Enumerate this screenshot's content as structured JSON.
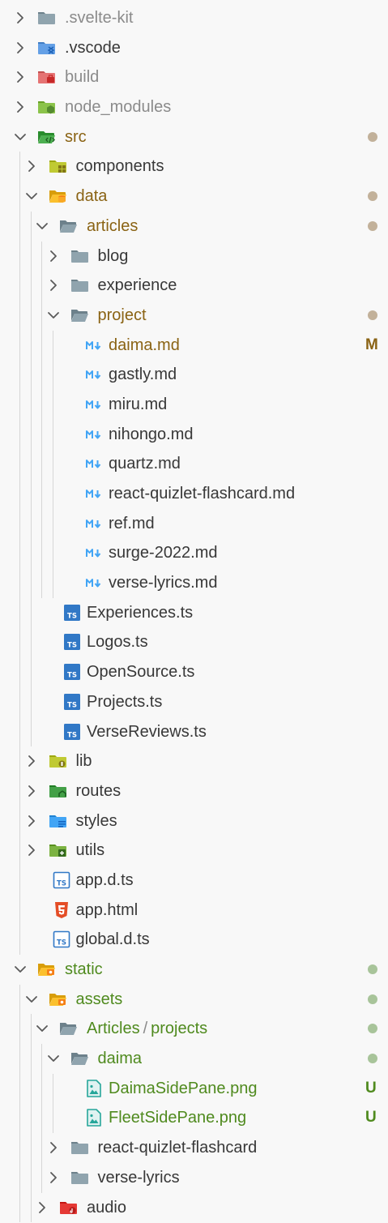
{
  "explorer": {
    "items": [
      {
        "label": ".svelte-kit",
        "type": "folder",
        "depth": 0,
        "expanded": false,
        "icon": "folder-gray-icon",
        "color": "#90a4ae",
        "status": "ignored"
      },
      {
        "label": ".vscode",
        "type": "folder",
        "depth": 0,
        "expanded": false,
        "icon": "folder-vscode-icon",
        "color": "#64a0e6",
        "status": "normal"
      },
      {
        "label": "build",
        "type": "folder",
        "depth": 0,
        "expanded": false,
        "icon": "folder-build-icon",
        "color": "#e57373",
        "status": "ignored"
      },
      {
        "label": "node_modules",
        "type": "folder",
        "depth": 0,
        "expanded": false,
        "icon": "folder-node-icon",
        "color": "#8bc34a",
        "status": "ignored"
      },
      {
        "label": "src",
        "type": "folder",
        "depth": 0,
        "expanded": true,
        "icon": "folder-src-open-icon",
        "color": "#4caf50",
        "status": "modified",
        "decoration": "dot"
      },
      {
        "label": "components",
        "type": "folder",
        "depth": 1,
        "expanded": false,
        "icon": "folder-components-icon",
        "color": "#c0ca33",
        "status": "normal"
      },
      {
        "label": "data",
        "type": "folder",
        "depth": 1,
        "expanded": true,
        "icon": "folder-data-open-icon",
        "color": "#fbc02d",
        "status": "modified",
        "decoration": "dot"
      },
      {
        "label": "articles",
        "type": "folder",
        "depth": 2,
        "expanded": true,
        "icon": "folder-open-icon",
        "color": "#90a4ae",
        "status": "modified",
        "decoration": "dot"
      },
      {
        "label": "blog",
        "type": "folder",
        "depth": 3,
        "expanded": false,
        "icon": "folder-icon",
        "color": "#90a4ae",
        "status": "normal"
      },
      {
        "label": "experience",
        "type": "folder",
        "depth": 3,
        "expanded": false,
        "icon": "folder-icon",
        "color": "#90a4ae",
        "status": "normal"
      },
      {
        "label": "project",
        "type": "folder",
        "depth": 3,
        "expanded": true,
        "icon": "folder-open-icon",
        "color": "#90a4ae",
        "status": "modified",
        "decoration": "dot"
      },
      {
        "label": "daima.md",
        "type": "file",
        "depth": 4,
        "icon": "markdown-icon",
        "color": "#42a5f5",
        "status": "modified",
        "badge": "M"
      },
      {
        "label": "gastly.md",
        "type": "file",
        "depth": 4,
        "icon": "markdown-icon",
        "color": "#42a5f5",
        "status": "normal"
      },
      {
        "label": "miru.md",
        "type": "file",
        "depth": 4,
        "icon": "markdown-icon",
        "color": "#42a5f5",
        "status": "normal"
      },
      {
        "label": "nihongo.md",
        "type": "file",
        "depth": 4,
        "icon": "markdown-icon",
        "color": "#42a5f5",
        "status": "normal"
      },
      {
        "label": "quartz.md",
        "type": "file",
        "depth": 4,
        "icon": "markdown-icon",
        "color": "#42a5f5",
        "status": "normal"
      },
      {
        "label": "react-quizlet-flashcard.md",
        "type": "file",
        "depth": 4,
        "icon": "markdown-icon",
        "color": "#42a5f5",
        "status": "normal"
      },
      {
        "label": "ref.md",
        "type": "file",
        "depth": 4,
        "icon": "markdown-icon",
        "color": "#42a5f5",
        "status": "normal"
      },
      {
        "label": "surge-2022.md",
        "type": "file",
        "depth": 4,
        "icon": "markdown-icon",
        "color": "#42a5f5",
        "status": "normal"
      },
      {
        "label": "verse-lyrics.md",
        "type": "file",
        "depth": 4,
        "icon": "markdown-icon",
        "color": "#42a5f5",
        "status": "normal"
      },
      {
        "label": "Experiences.ts",
        "type": "file",
        "depth": 2,
        "icon": "typescript-icon",
        "color": "#3178c6",
        "status": "normal"
      },
      {
        "label": "Logos.ts",
        "type": "file",
        "depth": 2,
        "icon": "typescript-icon",
        "color": "#3178c6",
        "status": "normal"
      },
      {
        "label": "OpenSource.ts",
        "type": "file",
        "depth": 2,
        "icon": "typescript-icon",
        "color": "#3178c6",
        "status": "normal"
      },
      {
        "label": "Projects.ts",
        "type": "file",
        "depth": 2,
        "icon": "typescript-icon",
        "color": "#3178c6",
        "status": "normal"
      },
      {
        "label": "VerseReviews.ts",
        "type": "file",
        "depth": 2,
        "icon": "typescript-icon",
        "color": "#3178c6",
        "status": "normal"
      },
      {
        "label": "lib",
        "type": "folder",
        "depth": 1,
        "expanded": false,
        "icon": "folder-lib-icon",
        "color": "#c0ca33",
        "status": "normal"
      },
      {
        "label": "routes",
        "type": "folder",
        "depth": 1,
        "expanded": false,
        "icon": "folder-routes-icon",
        "color": "#43a047",
        "status": "normal"
      },
      {
        "label": "styles",
        "type": "folder",
        "depth": 1,
        "expanded": false,
        "icon": "folder-styles-icon",
        "color": "#42a5f5",
        "status": "normal"
      },
      {
        "label": "utils",
        "type": "folder",
        "depth": 1,
        "expanded": false,
        "icon": "folder-utils-icon",
        "color": "#7cb342",
        "status": "normal"
      },
      {
        "label": "app.d.ts",
        "type": "file",
        "depth": 1,
        "icon": "typescript-def-icon",
        "color": "#3178c6",
        "status": "normal"
      },
      {
        "label": "app.html",
        "type": "file",
        "depth": 1,
        "icon": "html5-icon",
        "color": "#e44d26",
        "status": "normal"
      },
      {
        "label": "global.d.ts",
        "type": "file",
        "depth": 1,
        "icon": "typescript-def-icon",
        "color": "#3178c6",
        "status": "normal"
      },
      {
        "label": "static",
        "type": "folder",
        "depth": 0,
        "expanded": true,
        "icon": "folder-static-open-icon",
        "color": "#fbc02d",
        "status": "untracked",
        "decoration": "dot"
      },
      {
        "label": "assets",
        "type": "folder",
        "depth": 1,
        "expanded": true,
        "icon": "folder-assets-open-icon",
        "color": "#fbc02d",
        "status": "untracked",
        "decoration": "dot"
      },
      {
        "label": "Articles",
        "label2": "projects",
        "type": "folder",
        "depth": 2,
        "expanded": true,
        "icon": "folder-open-icon",
        "color": "#90a4ae",
        "status": "untracked",
        "decoration": "dot"
      },
      {
        "label": "daima",
        "type": "folder",
        "depth": 3,
        "expanded": true,
        "icon": "folder-open-icon",
        "color": "#90a4ae",
        "status": "untracked",
        "decoration": "dot"
      },
      {
        "label": "DaimaSidePane.png",
        "type": "file",
        "depth": 4,
        "icon": "image-icon",
        "color": "#26a69a",
        "status": "untracked",
        "badge": "U"
      },
      {
        "label": "FleetSidePane.png",
        "type": "file",
        "depth": 4,
        "icon": "image-icon",
        "color": "#26a69a",
        "status": "untracked",
        "badge": "U"
      },
      {
        "label": "react-quizlet-flashcard",
        "type": "folder",
        "depth": 3,
        "expanded": false,
        "icon": "folder-icon",
        "color": "#90a4ae",
        "status": "normal"
      },
      {
        "label": "verse-lyrics",
        "type": "folder",
        "depth": 3,
        "expanded": false,
        "icon": "folder-icon",
        "color": "#90a4ae",
        "status": "normal"
      },
      {
        "label": "audio",
        "type": "folder",
        "depth": 2,
        "expanded": false,
        "icon": "folder-audio-icon",
        "color": "#e53935",
        "status": "normal"
      }
    ]
  }
}
